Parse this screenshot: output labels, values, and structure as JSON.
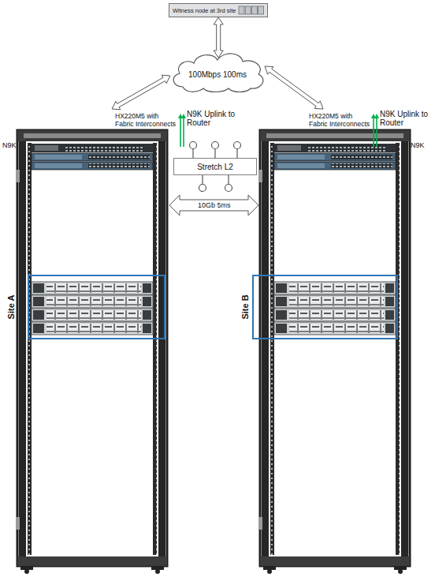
{
  "diagram": {
    "nodes": [
      {
        "text": [
          "Witness node at 3rd site"
        ]
      },
      {
        "text": [
          "100Mbps 100ms"
        ]
      },
      {
        "text": [
          "HX220M5 with Fabric Interconnects",
          "N9K Uplink to Router",
          "N9K"
        ]
      },
      {
        "text": [
          "Site A"
        ],
        "in": 2
      },
      {
        "text": [
          "Stretch L2"
        ]
      },
      {
        "text": [
          "HX220M5 with Fabric Interconnects",
          "N9K Uplink to Router",
          "N9K"
        ]
      },
      {
        "text": [
          "Site B"
        ],
        "in": 5
      }
    ],
    "edges": [
      {
        "from": 0,
        "to": 1,
        "arrow": "both"
      },
      {
        "from": 1,
        "to": 2,
        "arrow": "both"
      },
      {
        "from": 1,
        "to": 5,
        "arrow": "both"
      },
      {
        "from": 2,
        "to": 5,
        "arrow": "both",
        "label": "10Gb 5ms"
      }
    ]
  }
}
